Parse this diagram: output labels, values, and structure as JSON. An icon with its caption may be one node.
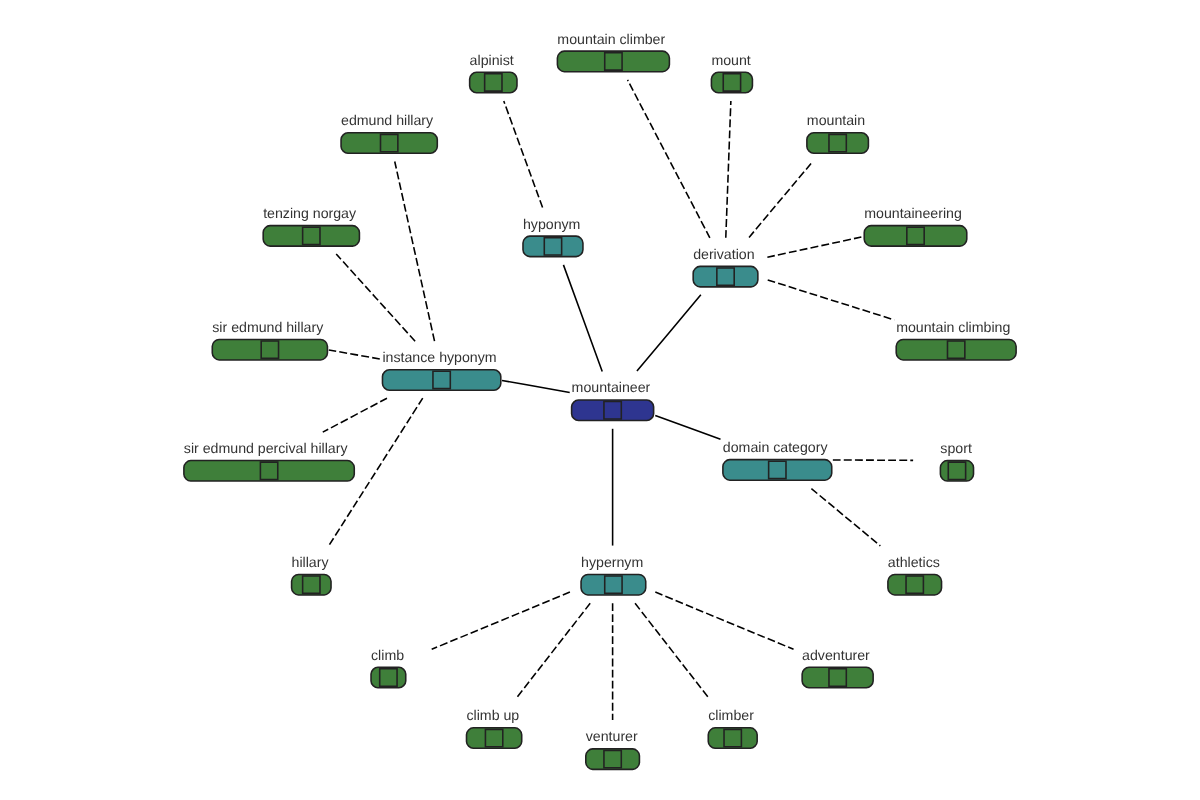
{
  "diagram": {
    "nodes": [
      {
        "text": [
          "mountaineer"
        ]
      },
      {
        "text": [
          "derivation"
        ]
      },
      {
        "text": [
          "hyponym"
        ]
      },
      {
        "text": [
          "instance hyponym"
        ]
      },
      {
        "text": [
          "hypernym"
        ]
      },
      {
        "text": [
          "domain category"
        ]
      },
      {
        "text": [
          "mountain climbing"
        ]
      },
      {
        "text": [
          "mountaineering"
        ]
      },
      {
        "text": [
          "mountain"
        ]
      },
      {
        "text": [
          "mount"
        ]
      },
      {
        "text": [
          "mountain climber"
        ]
      },
      {
        "text": [
          "alpinist"
        ]
      },
      {
        "text": [
          "edmund hillary"
        ]
      },
      {
        "text": [
          "tenzing norgay"
        ]
      },
      {
        "text": [
          "sir edmund hillary"
        ]
      },
      {
        "text": [
          "sir edmund percival hillary"
        ]
      },
      {
        "text": [
          "hillary"
        ]
      },
      {
        "text": [
          "climb"
        ]
      },
      {
        "text": [
          "climb up"
        ]
      },
      {
        "text": [
          "venturer"
        ]
      },
      {
        "text": [
          "climber"
        ]
      },
      {
        "text": [
          "adventurer"
        ]
      },
      {
        "text": [
          "athletics"
        ]
      },
      {
        "text": [
          "sport"
        ]
      }
    ],
    "edges": [
      {
        "from": 0,
        "to": 1,
        "arrow": "none"
      },
      {
        "from": 0,
        "to": 2,
        "arrow": "none"
      },
      {
        "from": 0,
        "to": 3,
        "arrow": "none"
      },
      {
        "from": 0,
        "to": 4,
        "arrow": "none"
      },
      {
        "from": 0,
        "to": 5,
        "arrow": "none"
      },
      {
        "from": 1,
        "to": 6,
        "arrow": "none",
        "style": "dashed"
      },
      {
        "from": 1,
        "to": 7,
        "arrow": "none",
        "style": "dashed"
      },
      {
        "from": 1,
        "to": 8,
        "arrow": "none",
        "style": "dashed"
      },
      {
        "from": 1,
        "to": 9,
        "arrow": "none",
        "style": "dashed"
      },
      {
        "from": 1,
        "to": 10,
        "arrow": "none",
        "style": "dashed"
      },
      {
        "from": 2,
        "to": 11,
        "arrow": "none",
        "style": "dashed"
      },
      {
        "from": 3,
        "to": 12,
        "arrow": "none",
        "style": "dashed"
      },
      {
        "from": 3,
        "to": 13,
        "arrow": "none",
        "style": "dashed"
      },
      {
        "from": 3,
        "to": 14,
        "arrow": "none",
        "style": "dashed"
      },
      {
        "from": 3,
        "to": 15,
        "arrow": "none",
        "style": "dashed"
      },
      {
        "from": 3,
        "to": 16,
        "arrow": "none",
        "style": "dashed"
      },
      {
        "from": 4,
        "to": 17,
        "arrow": "none",
        "style": "dashed"
      },
      {
        "from": 4,
        "to": 18,
        "arrow": "none",
        "style": "dashed"
      },
      {
        "from": 4,
        "to": 19,
        "arrow": "none",
        "style": "dashed"
      },
      {
        "from": 4,
        "to": 20,
        "arrow": "none",
        "style": "dashed"
      },
      {
        "from": 4,
        "to": 21,
        "arrow": "none",
        "style": "dashed"
      },
      {
        "from": 5,
        "to": 22,
        "arrow": "none",
        "style": "dashed"
      },
      {
        "from": 5,
        "to": 23,
        "arrow": "none",
        "style": "dashed"
      }
    ]
  }
}
